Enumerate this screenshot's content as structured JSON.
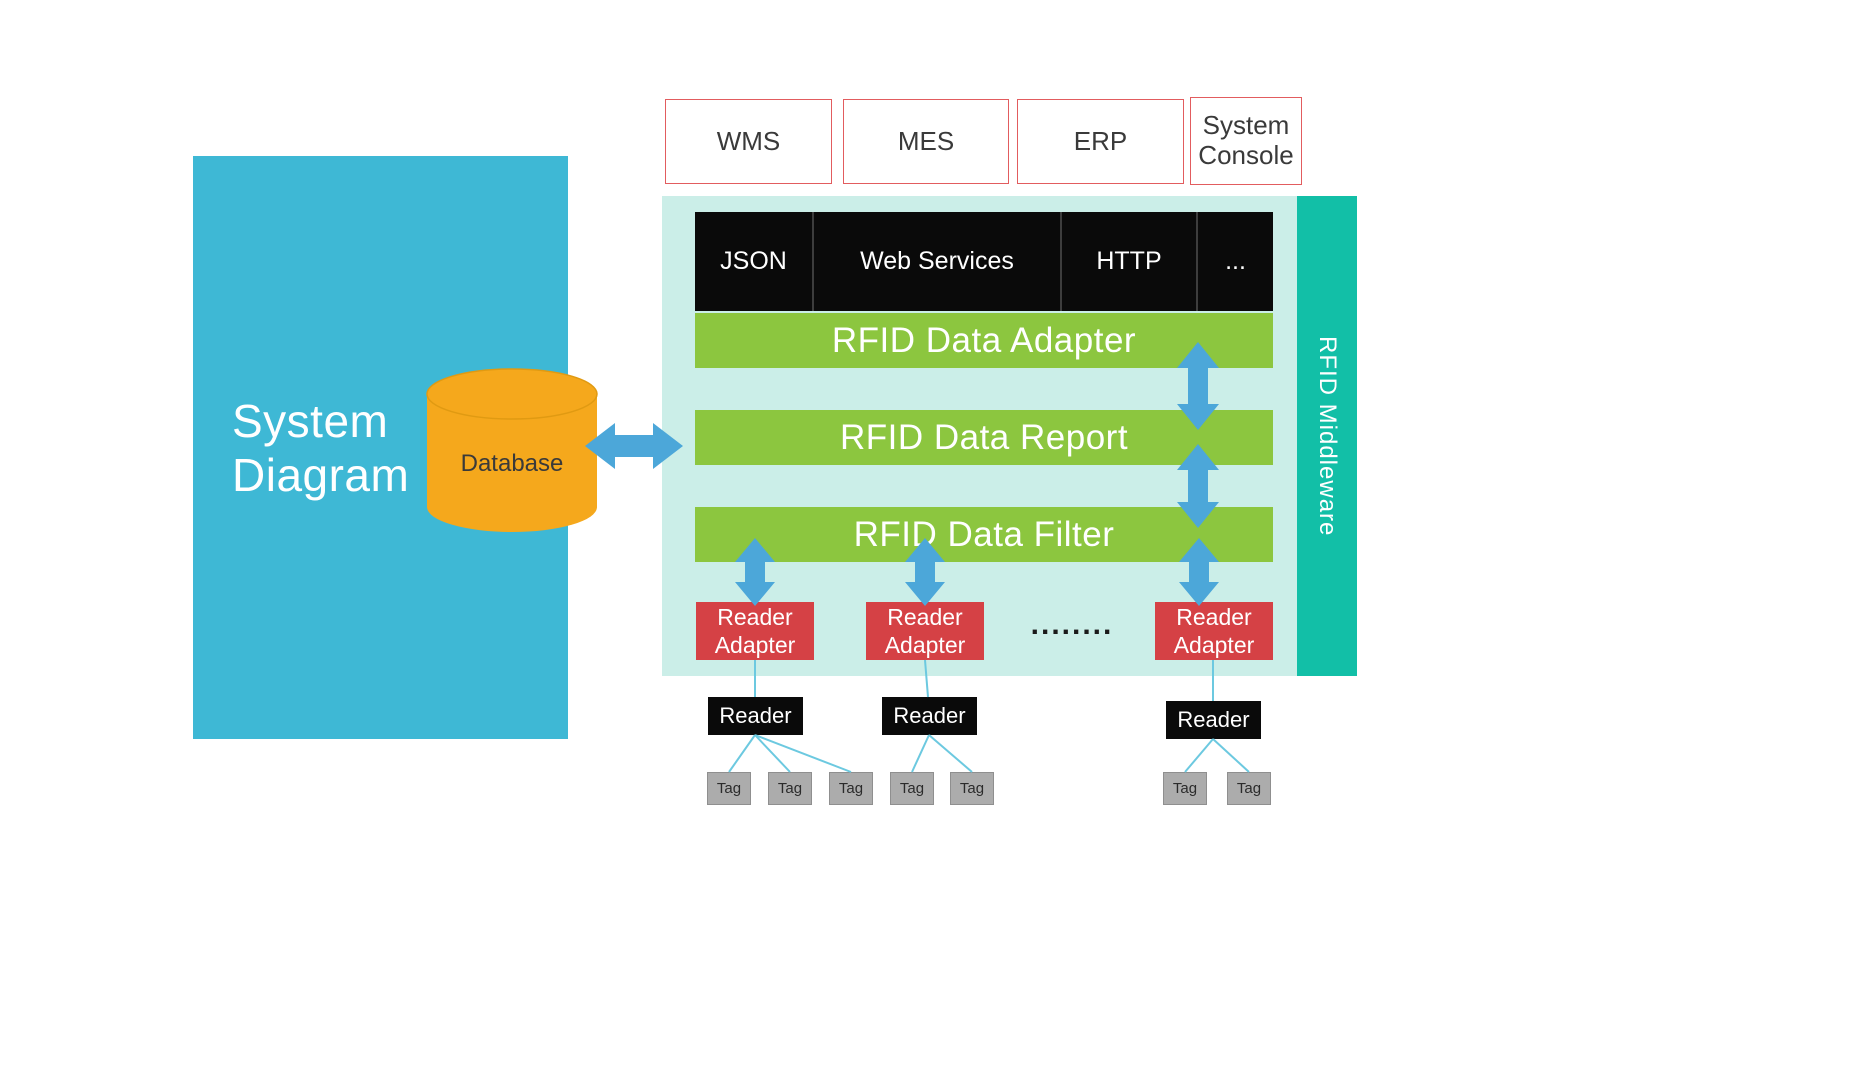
{
  "panel": {
    "title": "System Diagram"
  },
  "database": {
    "label": "Database"
  },
  "enterprise_systems": [
    {
      "label": "WMS"
    },
    {
      "label": "MES"
    },
    {
      "label": "ERP"
    },
    {
      "label": "System Console"
    }
  ],
  "middleware": {
    "sidebar_label": "RFID Middleware",
    "protocols": [
      {
        "label": "JSON"
      },
      {
        "label": "Web Services"
      },
      {
        "label": "HTTP"
      },
      {
        "label": "..."
      }
    ],
    "layers": [
      {
        "label": "RFID Data Adapter"
      },
      {
        "label": "RFID Data Report"
      },
      {
        "label": "RFID Data Filter"
      }
    ],
    "reader_adapters": [
      {
        "label": "Reader Adapter"
      },
      {
        "label": "Reader Adapter"
      },
      {
        "label": "Reader Adapter"
      }
    ],
    "ellipsis": "........"
  },
  "readers": [
    {
      "label": "Reader"
    },
    {
      "label": "Reader"
    },
    {
      "label": "Reader"
    }
  ],
  "tags": [
    {
      "label": "Tag"
    },
    {
      "label": "Tag"
    },
    {
      "label": "Tag"
    },
    {
      "label": "Tag"
    },
    {
      "label": "Tag"
    },
    {
      "label": "Tag"
    },
    {
      "label": "Tag"
    }
  ],
  "colors": {
    "panel_teal": "#3EB8D5",
    "database_orange": "#F5A81C",
    "middleware_mint": "#CBEEE8",
    "middleware_side_teal": "#12BFA7",
    "layer_green": "#8CC63F",
    "reader_adapter_red": "#D54145",
    "protocol_black": "#0a0a0a",
    "system_box_border_red": "#E25C5E",
    "arrow_blue": "#4CA7D9",
    "connector_blue": "#6CC9E0",
    "tag_gray": "#ACACAC"
  }
}
